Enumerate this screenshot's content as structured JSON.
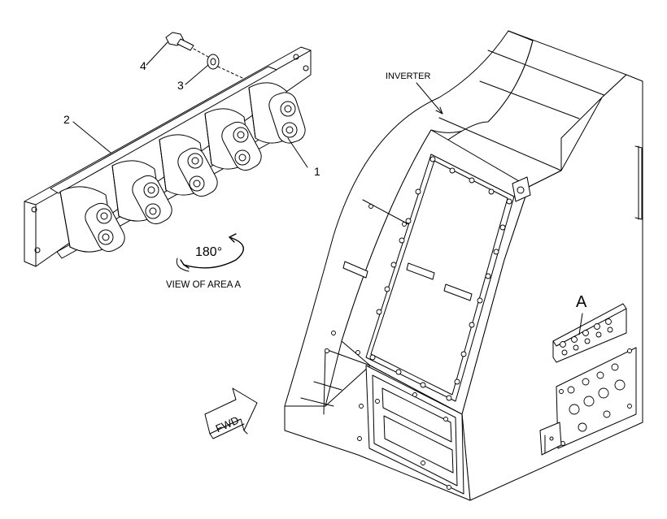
{
  "labels": {
    "inverter": "INVERTER",
    "view_caption": "VIEW OF AREA  A",
    "rotation": "180°",
    "area_letter": "A",
    "forward": "FWD"
  },
  "callouts": [
    {
      "id": "1"
    },
    {
      "id": "2"
    },
    {
      "id": "3"
    },
    {
      "id": "4"
    }
  ]
}
